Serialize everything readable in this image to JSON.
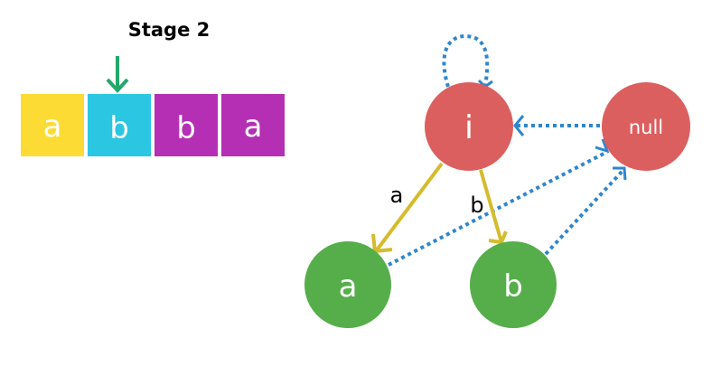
{
  "title": "Stage 2",
  "string_cells": [
    {
      "char": "a",
      "color": "#FCDC34"
    },
    {
      "char": "b",
      "color": "#2AC6E2"
    },
    {
      "char": "b",
      "color": "#B52FB5"
    },
    {
      "char": "a",
      "color": "#B52FB5"
    }
  ],
  "pointer_color": "#22A86A",
  "nodes": {
    "i": {
      "label": "i",
      "color": "#DC5F5F"
    },
    "null": {
      "label": "null",
      "color": "#DC5F5F"
    },
    "a": {
      "label": "a",
      "color": "#56AE4A"
    },
    "b": {
      "label": "b",
      "color": "#56AE4A"
    }
  },
  "edges": {
    "i_a": {
      "label": "a",
      "color": "#D4BC2C"
    },
    "i_b": {
      "label": "b",
      "color": "#D4BC2C"
    }
  },
  "fail_link_color": "#2F86CC"
}
